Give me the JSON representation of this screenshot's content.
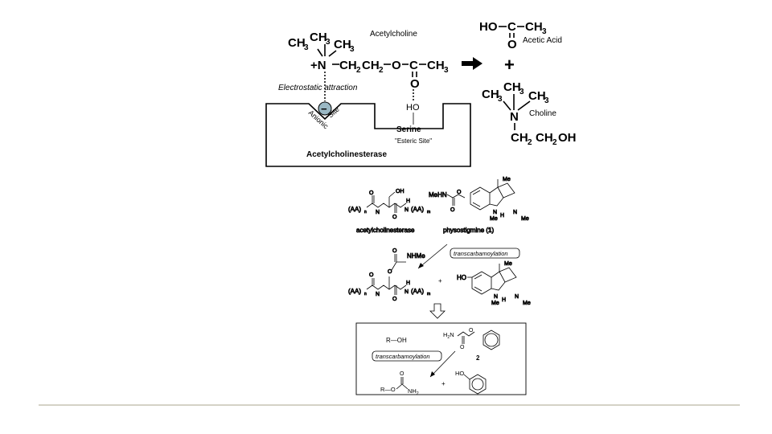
{
  "colors": {
    "rule": "#a8a48c",
    "site_circle": "#9ab8c4"
  },
  "top": {
    "ach": {
      "ch3_a": "CH",
      "ch3_b": "CH",
      "ch3_c": "CH",
      "sub3": "3",
      "nplus": "+N",
      "chain1": "CH",
      "chain2": "CH",
      "sub2": "2",
      "o": "O",
      "c": "C",
      "ch3_end": "CH",
      "o_dbl": "O"
    },
    "labels": {
      "acetylcholine": "Acetylcholine",
      "electrostatic": "Electrostatic attraction",
      "ho": "HO",
      "serine": "Serine",
      "esteric": "\"Esteric Site\"",
      "anionic": "Anionic",
      "site": "Site",
      "enzyme": "Acetylcholinesterase",
      "minus": "−"
    },
    "acetic": {
      "ho": "HO",
      "c": "C",
      "ch3": "CH",
      "o": "O",
      "name": "Acetic Acid"
    },
    "plus": "+",
    "choline": {
      "ch3_a": "CH",
      "ch3_b": "CH",
      "ch3_c": "CH",
      "n": "N",
      "chain": "CH",
      "ch2oh": "CH",
      "oh": "OH",
      "name": "Choline"
    }
  },
  "bottom": {
    "enzyme_label": "acetylcholinesterase",
    "physo_label": "physostigmine (",
    "physo_num": "1",
    "physo_close": ")",
    "aa_n": "(AA)",
    "aa_m": "(AA)",
    "n_sub": "n",
    "m_sub": "m",
    "oh": "OH",
    "h": "H",
    "n": "N",
    "o": "O",
    "mehn": "MeHN",
    "me": "Me",
    "nhme": "NHMe",
    "ho": "HO",
    "plus": "+",
    "trans": "transcarbamoylation",
    "box": {
      "roh": "R—OH",
      "h2n": "H",
      "two": "2",
      "r_o": "R—O",
      "nh2": "NH",
      "ho": "HO"
    }
  }
}
